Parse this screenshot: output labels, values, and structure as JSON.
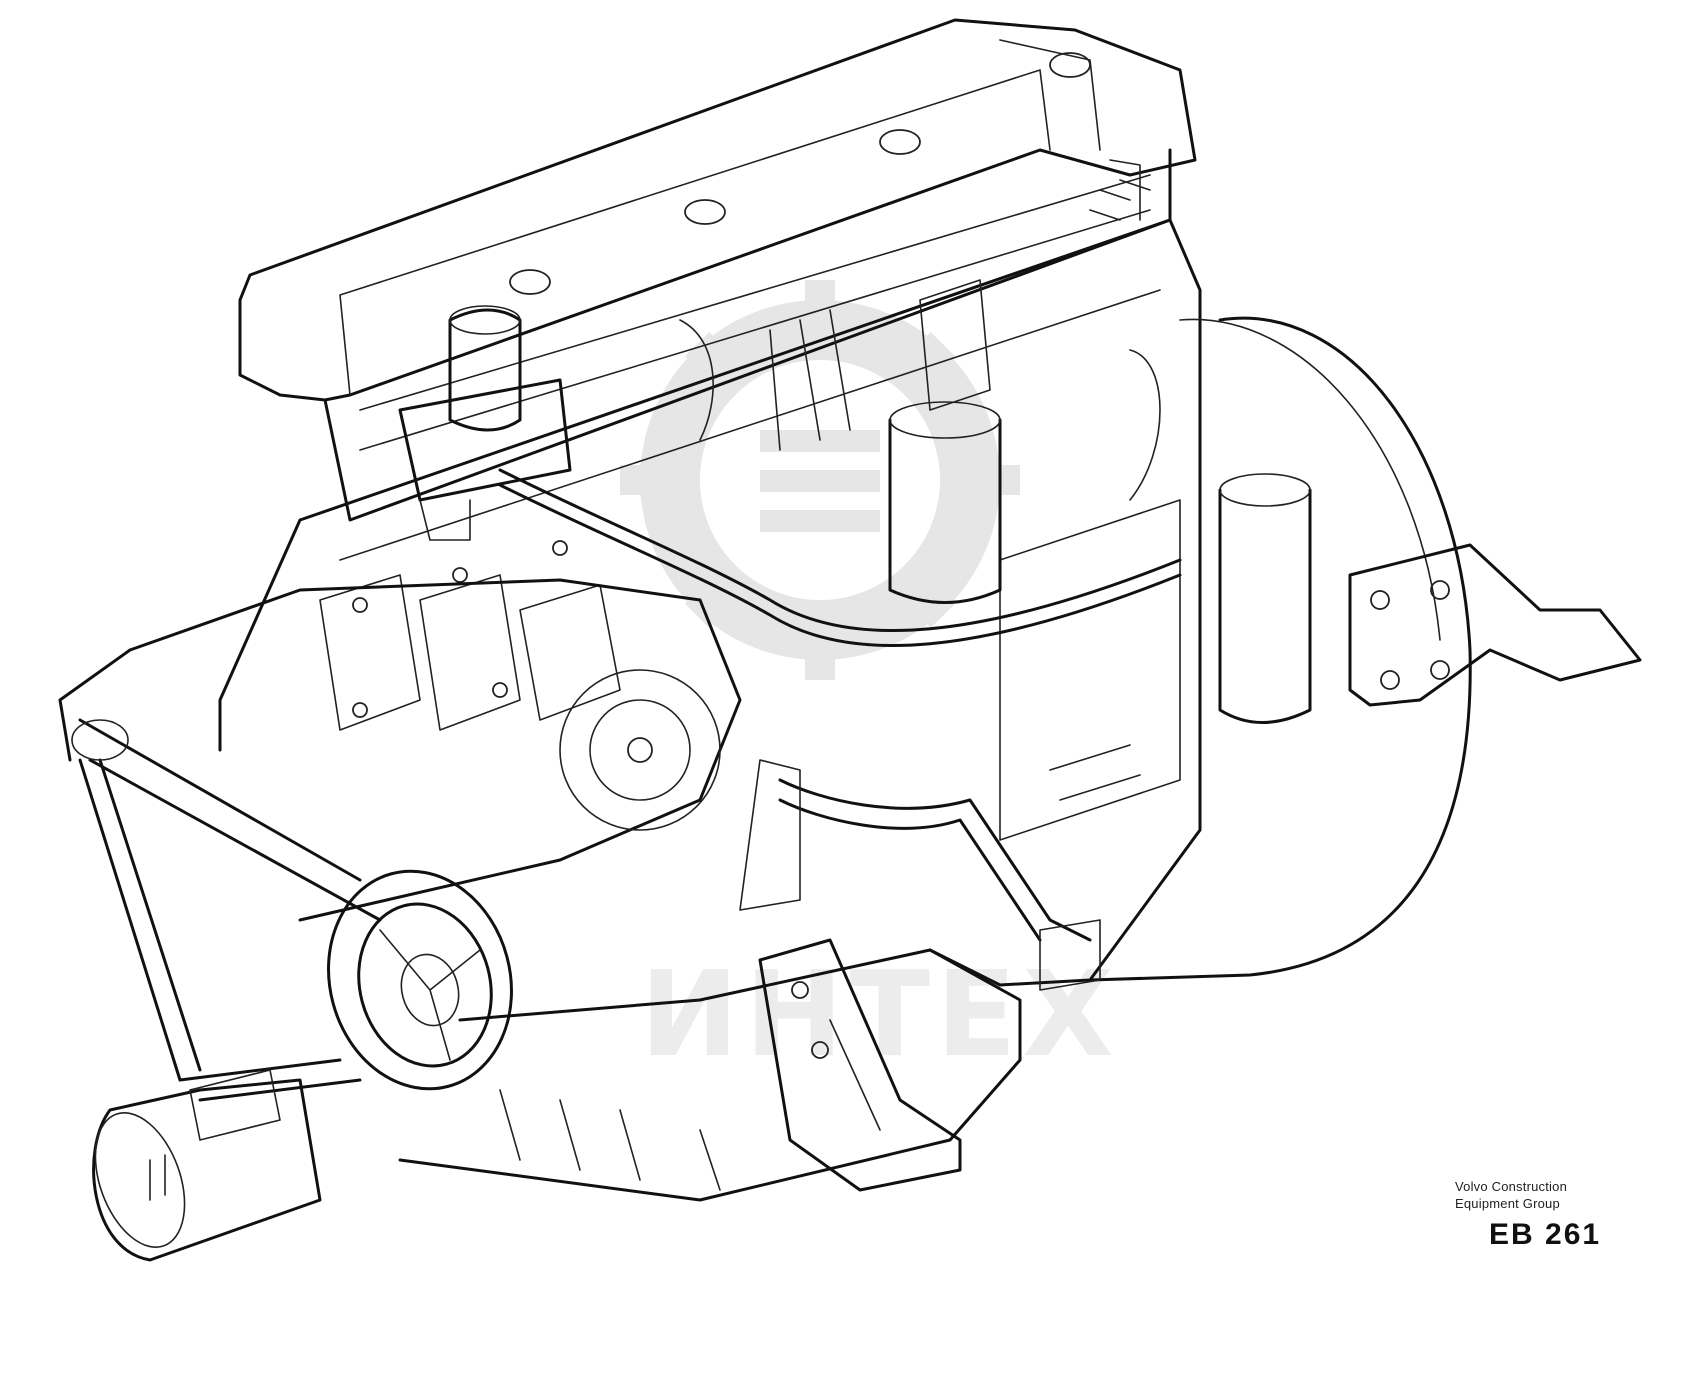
{
  "watermark": {
    "text": "ИНТЕХ"
  },
  "caption": {
    "line1": "Volvo Construction",
    "line2": "Equipment Group",
    "code": "EB 261"
  },
  "icons": {
    "watermark_logo": "gear-logo-icon"
  }
}
